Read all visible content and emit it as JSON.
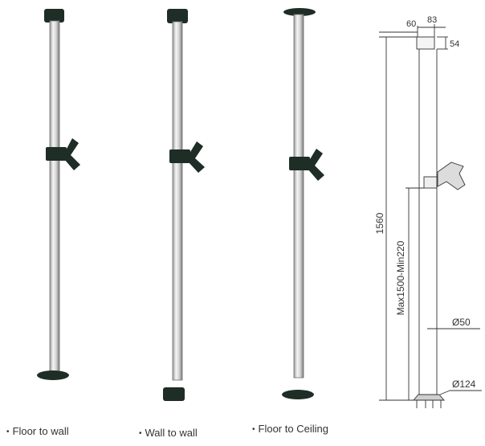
{
  "captions": {
    "floor_to_wall": "Floor to wall",
    "wall_to_wall": "Wall to wall",
    "floor_to_ceiling": "Floor to Ceiling"
  },
  "bullet": "•",
  "dimensions": {
    "top_width": "60",
    "cap_width": "83",
    "cap_height": "54",
    "total_height": "1560",
    "adjustable_range": "Max1500-Min220",
    "pole_diameter": "Ø50",
    "base_diameter": "Ø124"
  },
  "colors": {
    "mount_dark": "#1e2d26",
    "pole_light": "#e9e9e9",
    "pole_shade": "#8a8a8a",
    "line": "#333333"
  }
}
